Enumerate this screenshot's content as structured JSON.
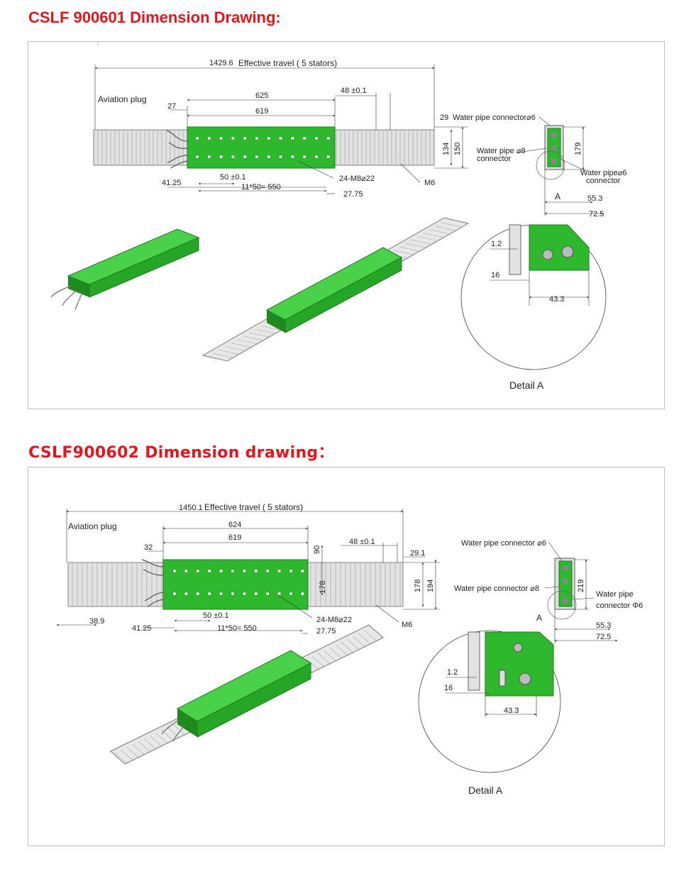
{
  "colors": {
    "title": "#e4151b",
    "mover": "#2eb82e",
    "mover_dark": "#1e8a1e",
    "stator": "#d8d8d8",
    "line": "#333333"
  },
  "section1": {
    "title": "CSLF 900601 Dimension Drawing:",
    "drawing": {
      "effective_travel_value": "1429.6",
      "effective_travel_label": "Effective travel ( 5 stators)",
      "aviation_plug": "Aviation plug",
      "d27": "27",
      "d625": "625",
      "d619": "619",
      "d48": "48 ±0.1",
      "d29": "29",
      "d134": "134",
      "d150": "150",
      "d179": "179",
      "d50": "50 ±0.1",
      "d4125": "41.25",
      "d550": "11*50= 550",
      "d2775": "27.75",
      "holes": "24-M8⌀22",
      "m6": "M6",
      "water6_top": "Water pipe connector⌀6",
      "water8_line1": "Water pipe ⌀8",
      "water8_line2": "connector",
      "water6_side_line1": "Water pipe⌀6",
      "water6_side_line2": "connector",
      "a": "A",
      "d553": "55.3",
      "d725": "72.5",
      "d12": "1.2",
      "d16": "16",
      "d433": "43.3",
      "detail": "Detail A"
    }
  },
  "section2": {
    "title": "CSLF900602    Dimension drawing：",
    "drawing": {
      "effective_travel_value": "1450.1",
      "effective_travel_label": "Effective travel ( 5 stators)",
      "aviation_plug": "Aviation plug",
      "d624": "624",
      "d619": "619",
      "d32": "32",
      "d90": "90",
      "d48": "48 ±0.1",
      "d291": "29.1",
      "d178a": "178",
      "d178b": "178",
      "d194": "194",
      "d50": "50 ±0.1",
      "d389": "38.9",
      "d4125": "41.25",
      "d550": "11*50= 550",
      "d2775": "27.75",
      "holes": "24-M8⌀22",
      "m6": "M6",
      "water6_top": "Water pipe connector ⌀6",
      "water8": "Water pipe connector ⌀8",
      "d219": "219",
      "water6_side_line1": "Water pipe",
      "water6_side_line2": "connector Φ6",
      "a": "A",
      "d553": "55.3",
      "d725": "72.5",
      "d12": "1.2",
      "d16": "16",
      "d433": "43.3",
      "detail": "Detail A"
    }
  }
}
